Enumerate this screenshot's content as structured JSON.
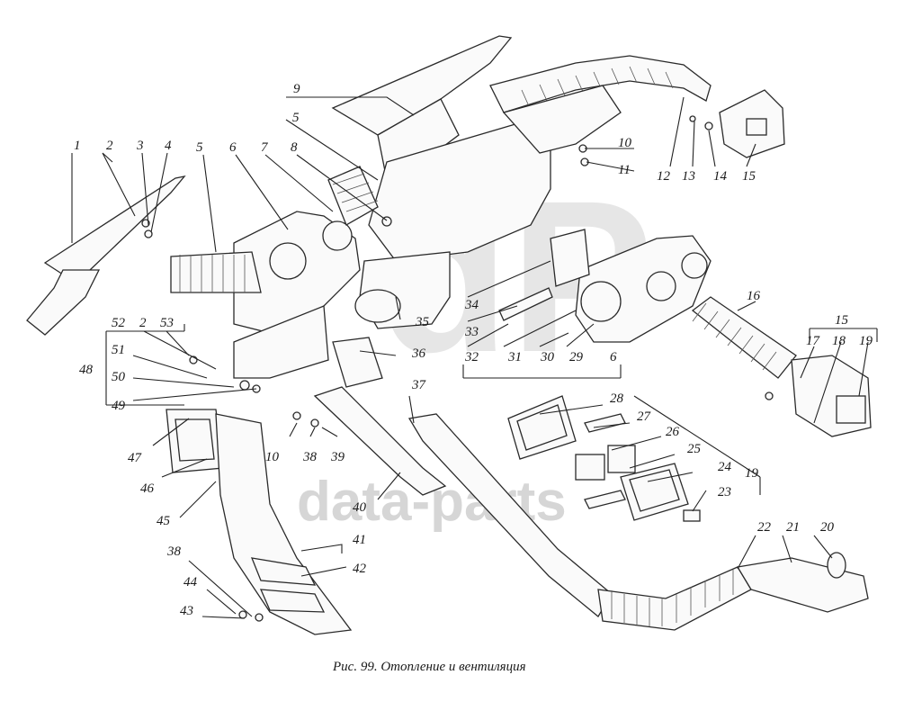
{
  "caption": "Рис. 99. Отопление и вентиляция",
  "watermark": "data-parts",
  "labels": [
    "1",
    "2",
    "3",
    "4",
    "5",
    "6",
    "7",
    "8",
    "9",
    "5",
    "10",
    "11",
    "12",
    "13",
    "14",
    "15",
    "16",
    "15",
    "17",
    "18",
    "19",
    "34",
    "33",
    "32",
    "31",
    "30",
    "29",
    "6",
    "35",
    "36",
    "37",
    "28",
    "27",
    "26",
    "25",
    "24",
    "19",
    "23",
    "52",
    "2",
    "53",
    "48",
    "51",
    "50",
    "49",
    "47",
    "46",
    "45",
    "10",
    "38",
    "39",
    "40",
    "41",
    "42",
    "38",
    "44",
    "43",
    "22",
    "21",
    "20"
  ]
}
